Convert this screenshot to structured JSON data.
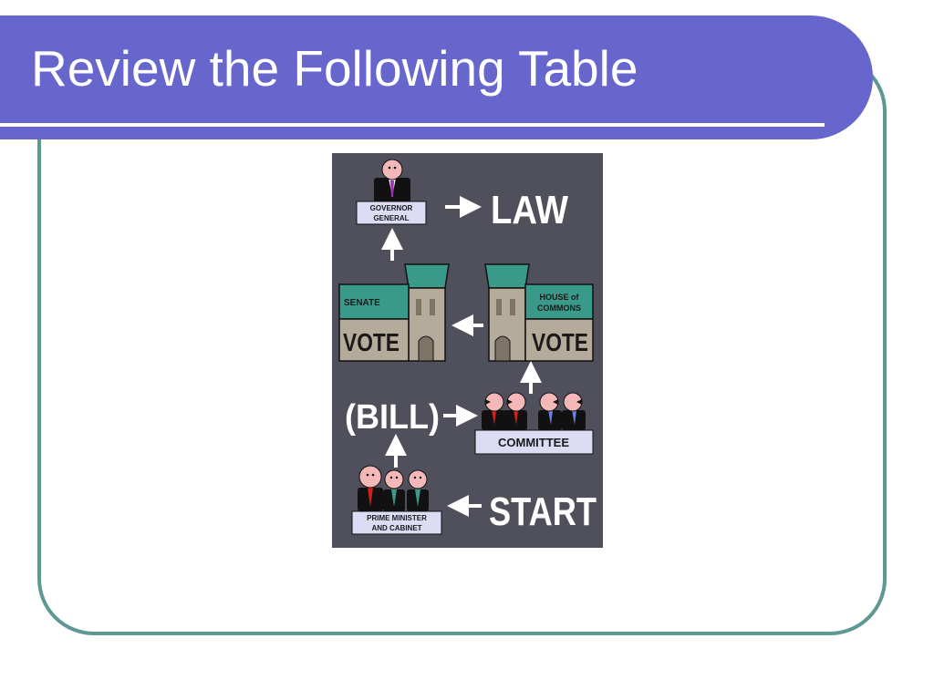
{
  "slide": {
    "title": "Review the Following Table"
  },
  "diagram": {
    "governor_general_line1": "GOVERNOR",
    "governor_general_line2": "GENERAL",
    "law": "LAW",
    "senate": "SENATE",
    "senate_vote": "VOTE",
    "house_line1": "HOUSE of",
    "house_line2": "COMMONS",
    "house_vote": "VOTE",
    "bill": "(BILL)",
    "committee": "COMMITTEE",
    "pm_line1": "PRIME MINISTER",
    "pm_line2": "AND CABINET",
    "start": "START"
  },
  "colors": {
    "title_band": "#6666cc",
    "frame_border": "#5e9892",
    "diagram_bg": "#50505c",
    "roof": "#3a9a8a",
    "building": "#b5ab9a",
    "label_box": "#dcdcf5"
  }
}
